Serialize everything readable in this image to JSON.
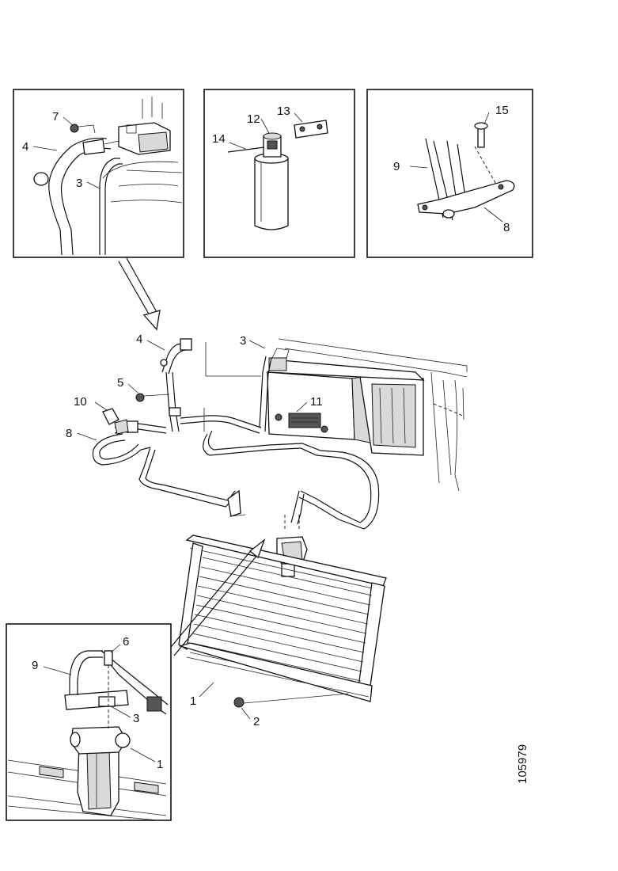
{
  "figure_id": "105979",
  "callouts": {
    "inset_a": {
      "c7": "7",
      "c4": "4",
      "c3": "3"
    },
    "inset_b": {
      "c12": "12",
      "c13": "13",
      "c14": "14"
    },
    "inset_c": {
      "c15": "15",
      "c9": "9",
      "c8": "8"
    },
    "main": {
      "c4": "4",
      "c3": "3",
      "c5": "5",
      "c10": "10",
      "c11": "11",
      "c8": "8",
      "c1": "1",
      "c2": "2"
    },
    "inset_d": {
      "c6": "6",
      "c9": "9",
      "c3": "3",
      "c1": "1"
    }
  }
}
